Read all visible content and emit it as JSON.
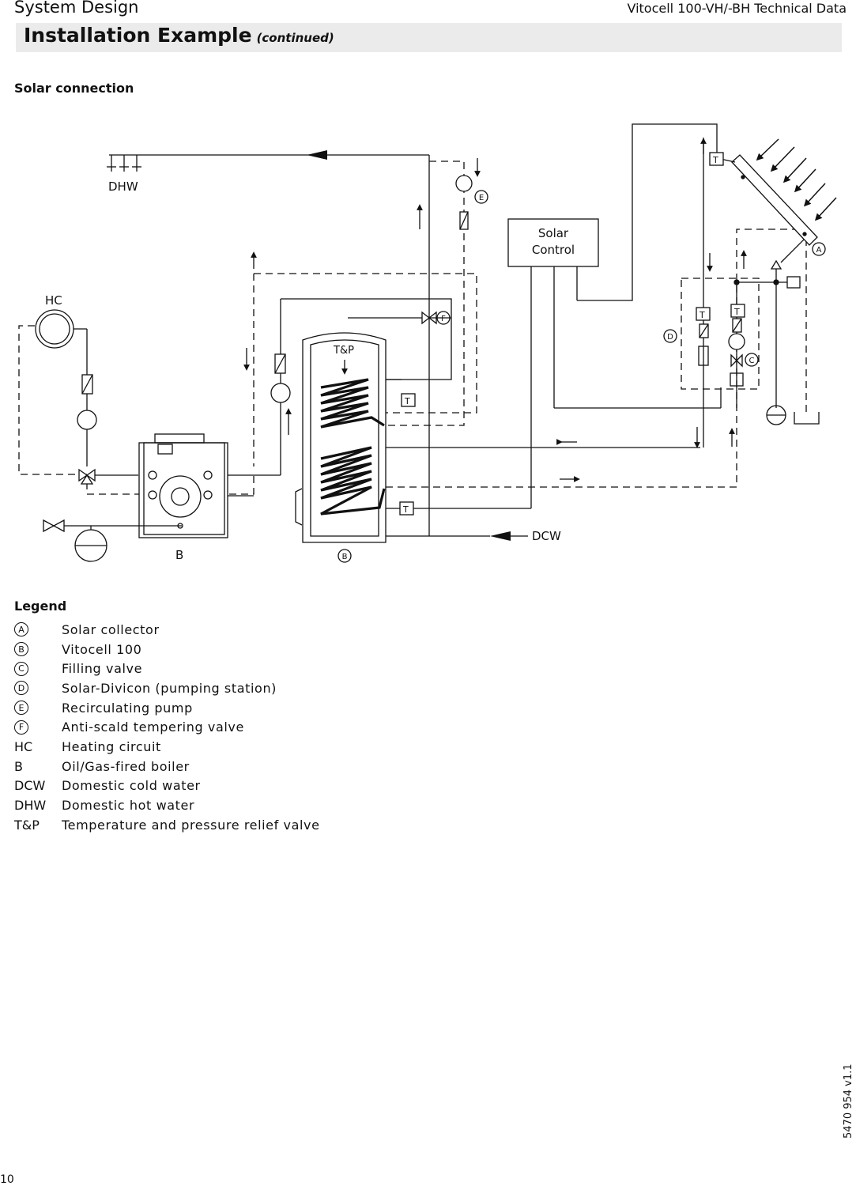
{
  "header": {
    "section": "System Design",
    "doc_title": "Vitocell 100-VH/-BH Technical Data"
  },
  "title": {
    "main": "Installation Example",
    "sub": "(continued)"
  },
  "section_heading": "Solar connection",
  "diagram_labels": {
    "dhw": "DHW",
    "hc": "HC",
    "solar_control_line1": "Solar",
    "solar_control_line2": "Control",
    "tp": "T&P",
    "dcw": "DCW",
    "boiler": "B",
    "sensor": "T",
    "marker_a": "A",
    "marker_b": "B",
    "marker_c": "C",
    "marker_d": "D",
    "marker_e": "E",
    "marker_f": "F"
  },
  "legend": {
    "title": "Legend",
    "items": [
      {
        "key": "A",
        "circled": true,
        "label": "Solar collector"
      },
      {
        "key": "B",
        "circled": true,
        "label": "Vitocell 100"
      },
      {
        "key": "C",
        "circled": true,
        "label": "Filling valve"
      },
      {
        "key": "D",
        "circled": true,
        "label": "Solar-Divicon (pumping station)"
      },
      {
        "key": "E",
        "circled": true,
        "label": "Recirculating pump"
      },
      {
        "key": "F",
        "circled": true,
        "label": "Anti-scald tempering valve"
      },
      {
        "key": "HC",
        "circled": false,
        "label": "Heating circuit"
      },
      {
        "key": "B",
        "circled": false,
        "label": "Oil/Gas-fired boiler"
      },
      {
        "key": "DCW",
        "circled": false,
        "label": "Domestic cold water"
      },
      {
        "key": "DHW",
        "circled": false,
        "label": "Domestic hot water"
      },
      {
        "key": "T&P",
        "circled": false,
        "label": "Temperature and pressure relief valve"
      }
    ]
  },
  "footer": {
    "page_number": "10",
    "doc_id": "5470 954  v1.1"
  }
}
